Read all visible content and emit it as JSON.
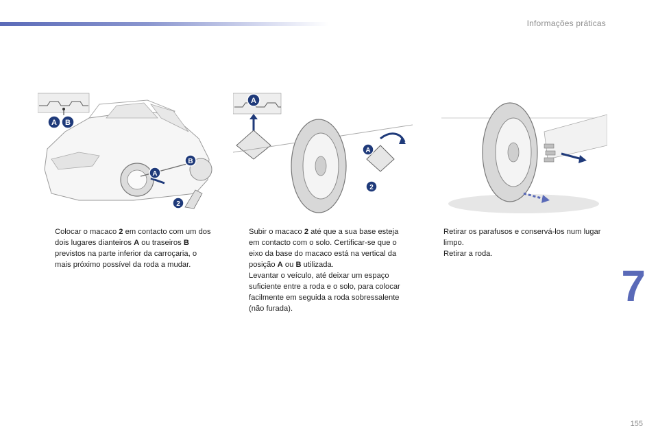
{
  "header": {
    "section_title": "Informações práticas"
  },
  "chapter": {
    "number": "7"
  },
  "page": {
    "number": "155"
  },
  "figures": {
    "fig1": {
      "labels": [
        "A",
        "B",
        "A",
        "B",
        "2"
      ]
    },
    "fig2": {
      "labels": [
        "A",
        "A",
        "2"
      ]
    },
    "fig3": {
      "labels": []
    }
  },
  "columns": {
    "col1": {
      "step1": {
        "bullet": "",
        "t1": "Colocar o macaco ",
        "b1": "2",
        "t2": " em contacto com um dos dois lugares dianteiros ",
        "b2": "A",
        "t3": " ou traseiros ",
        "b3": "B",
        "t4": " previstos na parte inferior da carroçaria, o mais próximo possível da roda a mudar."
      }
    },
    "col2": {
      "step1": {
        "bullet": "",
        "t1": "Subir o macaco ",
        "b1": "2",
        "t2": " até que a sua base esteja em contacto com o solo. Certificar-se que o eixo da base do macaco está na vertical da posição ",
        "b2": "A",
        "t3": " ou ",
        "b3": "B",
        "t4": " utilizada."
      },
      "step2": {
        "bullet": "",
        "text": "Levantar o veículo, até deixar um espaço suficiente entre a roda e o solo, para colocar facilmente em seguida a roda sobressalente (não furada)."
      }
    },
    "col3": {
      "step1": {
        "bullet": "",
        "text": "Retirar os parafusos e conservá-los num lugar limpo."
      },
      "step2": {
        "bullet": "",
        "text": "Retirar a roda."
      }
    }
  },
  "colors": {
    "accent": "#5a6ab8",
    "callout": "#1f3a7a"
  }
}
